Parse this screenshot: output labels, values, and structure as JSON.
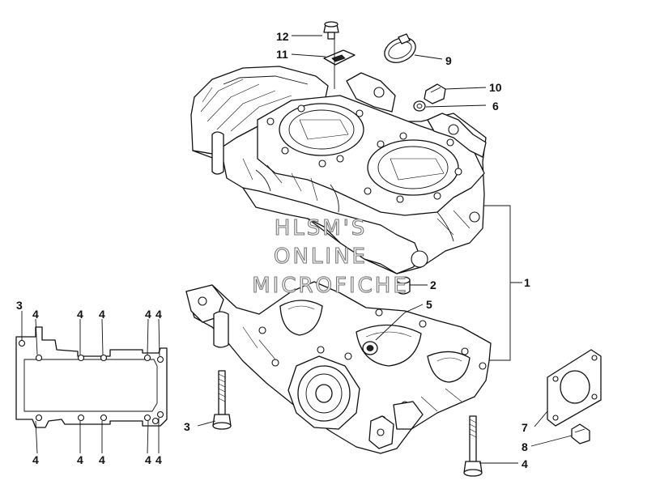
{
  "callouts": [
    {
      "id": "c12",
      "label": "12"
    },
    {
      "id": "c11",
      "label": "11"
    },
    {
      "id": "c9",
      "label": "9"
    },
    {
      "id": "c10",
      "label": "10"
    },
    {
      "id": "c6",
      "label": "6"
    },
    {
      "id": "c2",
      "label": "2"
    },
    {
      "id": "c1",
      "label": "1"
    },
    {
      "id": "c5",
      "label": "5"
    },
    {
      "id": "c3a",
      "label": "3"
    },
    {
      "id": "c3b",
      "label": "3"
    },
    {
      "id": "c7",
      "label": "7"
    },
    {
      "id": "c8",
      "label": "8"
    },
    {
      "id": "c4r",
      "label": "4"
    },
    {
      "id": "c4t1",
      "label": "4"
    },
    {
      "id": "c4t2",
      "label": "4"
    },
    {
      "id": "c4t3",
      "label": "4"
    },
    {
      "id": "c4t4",
      "label": "4"
    },
    {
      "id": "c4t5",
      "label": "4"
    },
    {
      "id": "c4b1",
      "label": "4"
    },
    {
      "id": "c4b2",
      "label": "4"
    },
    {
      "id": "c4b3",
      "label": "4"
    },
    {
      "id": "c4b4",
      "label": "4"
    },
    {
      "id": "c4b5",
      "label": "4"
    }
  ],
  "watermark": [
    "HLSM'S",
    "ONLINE",
    "MICROFICHE"
  ]
}
